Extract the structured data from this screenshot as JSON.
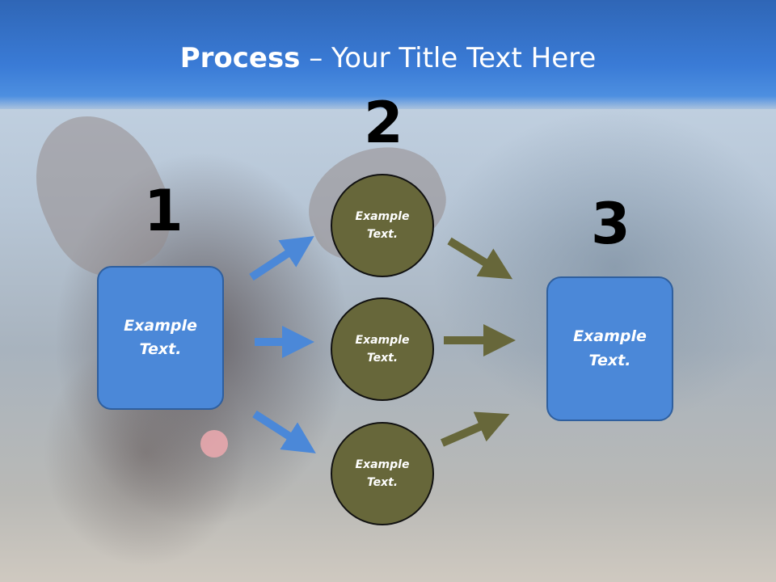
{
  "slide": {
    "title_bold": "Process",
    "title_rest": " – Your Title Text Here"
  },
  "steps": {
    "one": "1",
    "two": "2",
    "three": "3"
  },
  "left_box": {
    "text": "Example\nText."
  },
  "circles": [
    {
      "text": "Example\nText."
    },
    {
      "text": "Example\nText."
    },
    {
      "text": "Example\nText."
    }
  ],
  "right_box": {
    "text": "Example\nText."
  },
  "colors": {
    "header_blue": "#3a7bd6",
    "box_blue": "#4b88d8",
    "arrow_blue": "#4b88d8",
    "circle_olive": "#67673a",
    "arrow_olive": "#67673a"
  }
}
